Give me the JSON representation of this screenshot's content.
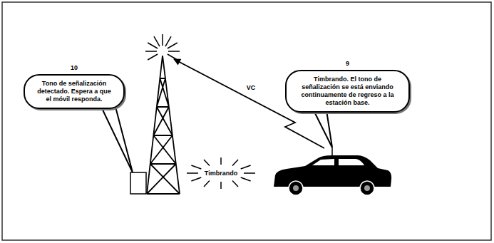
{
  "diagram": {
    "nodes": [
      {
        "text": [
          "10",
          "Tono de señalización detectado. Espera a que el móvil responda."
        ]
      },
      {
        "text": [
          "9",
          "Timbrando. El tono de señalización se está enviando continuamente de regreso a la estación base."
        ]
      }
    ],
    "labels": [
      "VC",
      "Timbrando"
    ]
  }
}
